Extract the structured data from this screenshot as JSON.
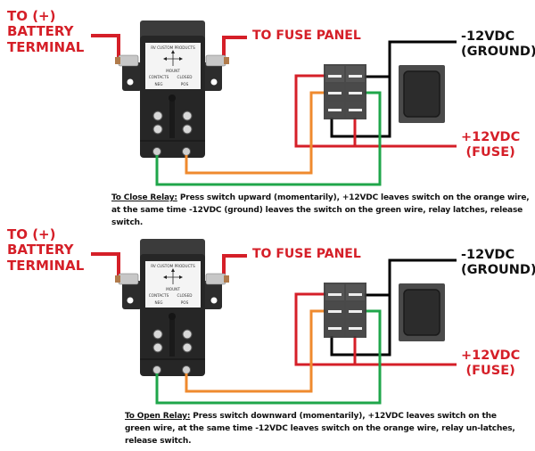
{
  "colors": {
    "label_red": "#d51f28",
    "wire_red": "#d51f28",
    "wire_black": "#000000",
    "wire_orange": "#ef8a2e",
    "wire_green": "#1fa64a",
    "relay_body": "#2a2a2a",
    "switch_body": "#3a3a3a"
  },
  "relay_plate": {
    "brand": "RV CUSTOM PRODUCTS",
    "mount": "MOUNT",
    "contacts": "CONTACTS",
    "closed": "CLOSED",
    "neg": "NEG",
    "pos": "POS"
  },
  "diagrams": [
    {
      "battery_label": [
        "TO (+)",
        "BATTERY",
        "TERMINAL"
      ],
      "fuse_panel_label": "TO FUSE PANEL",
      "ground_label": [
        "-12VDC",
        "(GROUND)"
      ],
      "fuse_label": [
        "+12VDC",
        "(FUSE)"
      ],
      "caption_heading": "To Close Relay:",
      "caption_text": " Press switch upward (momentarily), +12VDC leaves switch on the orange wire, at the same time -12VDC (ground) leaves the switch on the green wire, relay latches, release switch."
    },
    {
      "battery_label": [
        "TO (+)",
        "BATTERY",
        "TERMINAL"
      ],
      "fuse_panel_label": "TO FUSE PANEL",
      "ground_label": [
        "-12VDC",
        "(GROUND)"
      ],
      "fuse_label": [
        "+12VDC",
        "(FUSE)"
      ],
      "caption_heading": "To Open Relay:",
      "caption_text": " Press switch downward (momentarily), +12VDC leaves switch on the green wire, at the same time -12VDC leaves switch on the orange wire, relay un-latches, release switch."
    }
  ]
}
